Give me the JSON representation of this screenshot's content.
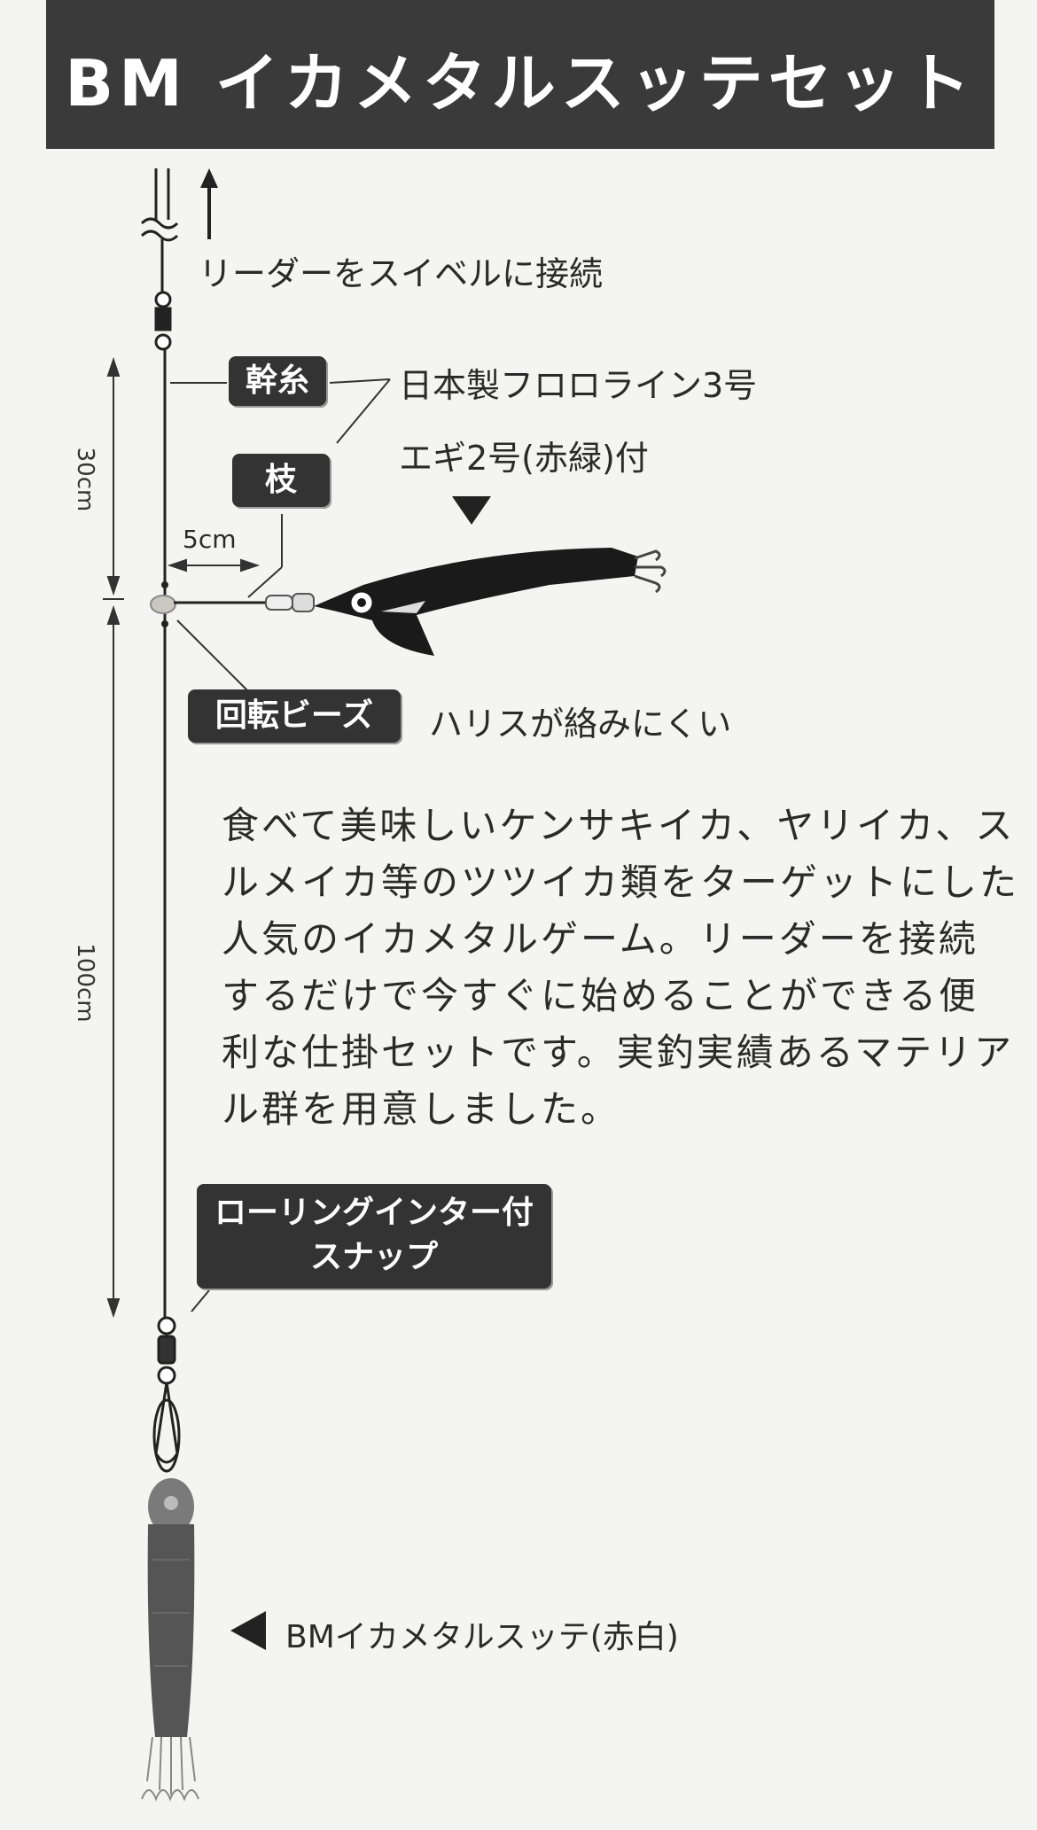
{
  "title": "BM イカメタルスッテセット",
  "leader_note": "リーダーをスイベルに接続",
  "labels": {
    "mainline": "幹糸",
    "branch": "枝",
    "line_spec": "日本製フロロライン3号",
    "egi": "エギ2号(赤緑)付",
    "bead": "回転ビーズ",
    "bead_note": "ハリスが絡みにくい",
    "snap_line1": "ローリングインター付",
    "snap_line2": "スナップ",
    "sutte": "BMイカメタルスッテ(赤白)"
  },
  "dimensions": {
    "upper": "30cm",
    "lower": "100cm",
    "branch_len": "5cm"
  },
  "description_lines": [
    "食べて美味しいケンサキイカ、ヤリイカ、ス",
    "ルメイカ等のツツイカ類をターゲットにした",
    "人気のイカメタルゲーム。リーダーを接続",
    "するだけで今すぐに始めることができる便",
    "利な仕掛セットです。実釣実績あるマテリア",
    "ル群を用意しました。"
  ],
  "colors": {
    "header_bg": "#3a3a3a",
    "label_bg": "#333333",
    "background": "#f4f4f2"
  }
}
